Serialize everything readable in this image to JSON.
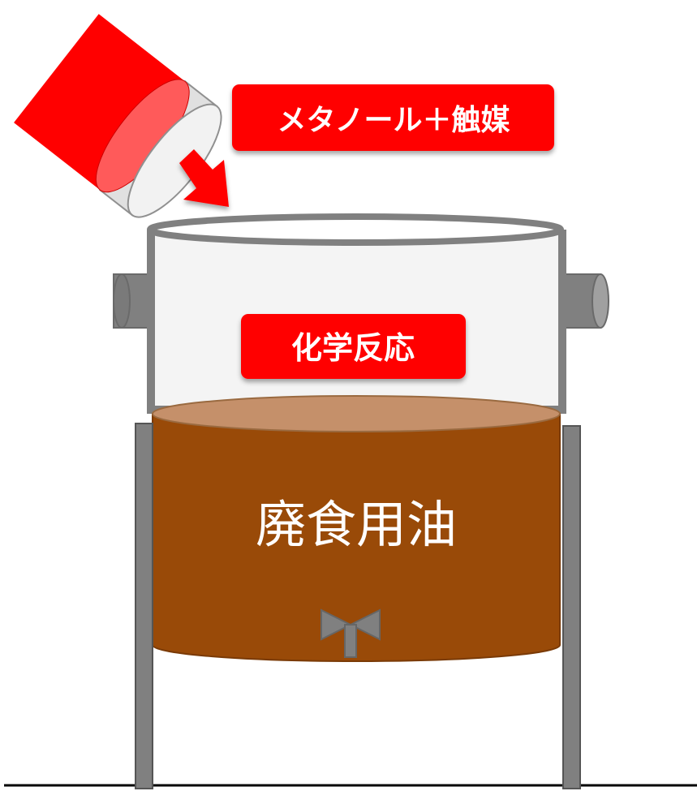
{
  "labels": {
    "input": "メタノール＋触媒",
    "reaction": "化学反応",
    "oil": "廃食用油"
  },
  "colors": {
    "label_bg": "#ff0000",
    "label_text": "#ffffff",
    "oil_body": "#994a08",
    "oil_surface": "#c5906a",
    "vessel_frame": "#7f7f7f",
    "bottle_red": "#ff0000",
    "ground": "#000000"
  },
  "icons": {
    "bottle": "pouring-bottle-icon",
    "arrow": "pour-arrow-icon",
    "valve": "drain-valve-icon"
  }
}
